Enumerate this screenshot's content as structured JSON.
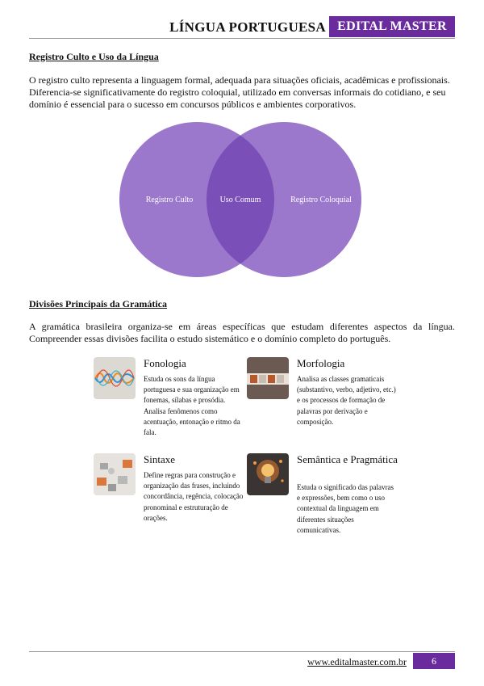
{
  "header": {
    "subject": "LÍNGUA PORTUGUESA",
    "brand": "EDITAL MASTER"
  },
  "section1": {
    "heading": "Registro Culto e Uso da Língua",
    "paragraph": "O registro culto representa a linguagem formal, adequada para situações oficiais, acadêmicas e profissionais. Diferencia-se significativamente do registro coloquial, utilizado em conversas informais do cotidiano, e seu domínio é essencial para o sucesso em concursos públicos e ambientes corporativos."
  },
  "venn": {
    "left_label": "Registro Culto",
    "center_label": "Uso Comum",
    "right_label": "Registro Coloquial",
    "circle_color": "#9b78cc",
    "overlap_color": "#7a4fb8"
  },
  "section2": {
    "heading": "Divisões Principais da Gramática",
    "paragraph": "A gramática brasileira organiza-se em áreas específicas que estudam diferentes aspectos da língua. Compreender essas divisões facilita o estudo sistemático e o domínio completo do português."
  },
  "cards": [
    {
      "title": "Fonologia",
      "description": "Estuda os sons da língua portuguesa e sua organização em fonemas, sílabas e prosódia. Analisa fenômenos como acentuação, entonação e ritmo da fala.",
      "icon": "sound-wave-icon"
    },
    {
      "title": "Morfologia",
      "description": "Analisa as classes gramaticais (substantivo, verbo, adjetivo, etc.) e os processos de formação de palavras por derivação e composição.",
      "icon": "letter-blocks-icon"
    },
    {
      "title": "Sintaxe",
      "description": "Define regras para construção e organização das frases, incluindo concordância, regência, colocação pronominal e estruturação de orações.",
      "icon": "puzzle-pieces-icon"
    },
    {
      "title": "Semântica e Pragmática",
      "description": "Estuda o significado das palavras e expressões, bem como o uso contextual da linguagem em diferentes situações comunicativas.",
      "icon": "light-bulb-icon"
    }
  ],
  "footer": {
    "url": "www.editalmaster.com.br",
    "page_number": "6"
  }
}
